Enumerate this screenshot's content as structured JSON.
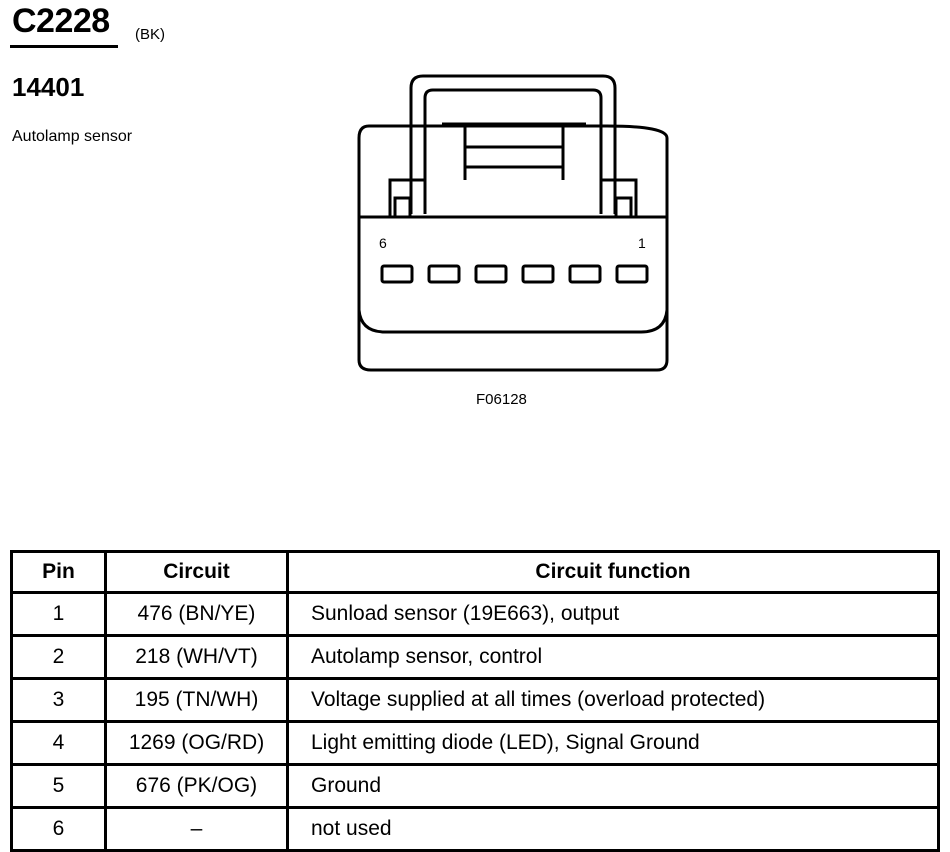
{
  "connector": {
    "id": "C2228",
    "color": "(BK)"
  },
  "part": {
    "number": "14401",
    "description": "Autolamp sensor"
  },
  "diagram": {
    "figure_id": "F06128",
    "pin_left_label": "6",
    "pin_right_label": "1"
  },
  "table": {
    "headers": [
      "Pin",
      "Circuit",
      "Circuit function"
    ],
    "rows": [
      {
        "pin": "1",
        "circuit": "476 (BN/YE)",
        "function": "Sunload sensor (19E663), output"
      },
      {
        "pin": "2",
        "circuit": "218 (WH/VT)",
        "function": "Autolamp sensor, control"
      },
      {
        "pin": "3",
        "circuit": "195 (TN/WH)",
        "function": "Voltage supplied at all times (overload protected)"
      },
      {
        "pin": "4",
        "circuit": "1269 (OG/RD)",
        "function": "Light emitting diode (LED), Signal Ground"
      },
      {
        "pin": "5",
        "circuit": "676 (PK/OG)",
        "function": "Ground"
      },
      {
        "pin": "6",
        "circuit": "–",
        "function": "not used"
      }
    ]
  }
}
